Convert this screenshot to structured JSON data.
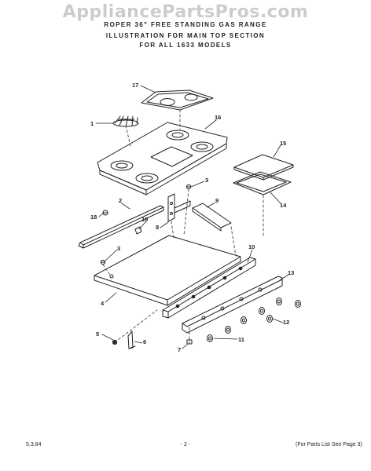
{
  "watermark": "AppliancePartsPros.com",
  "header": {
    "line1": "ROPER 36\" FREE STANDING GAS RANGE",
    "line2": "ILLUSTRATION FOR MAIN TOP SECTION",
    "line3": "FOR ALL 1633 MODELS"
  },
  "callouts": {
    "c1": "1",
    "c2": "2",
    "c3a": "3",
    "c3b": "3",
    "c4": "4",
    "c5": "5",
    "c6": "6",
    "c7": "7",
    "c8": "8",
    "c9": "9",
    "c10": "10",
    "c11": "11",
    "c12": "12",
    "c13": "13",
    "c14": "14",
    "c15": "15",
    "c16": "16",
    "c17": "17",
    "c18": "18",
    "c19": "19"
  },
  "footer": {
    "date": "5.3.84",
    "page": "- 2 -",
    "reference": "(For Parts List See Page 3)"
  }
}
